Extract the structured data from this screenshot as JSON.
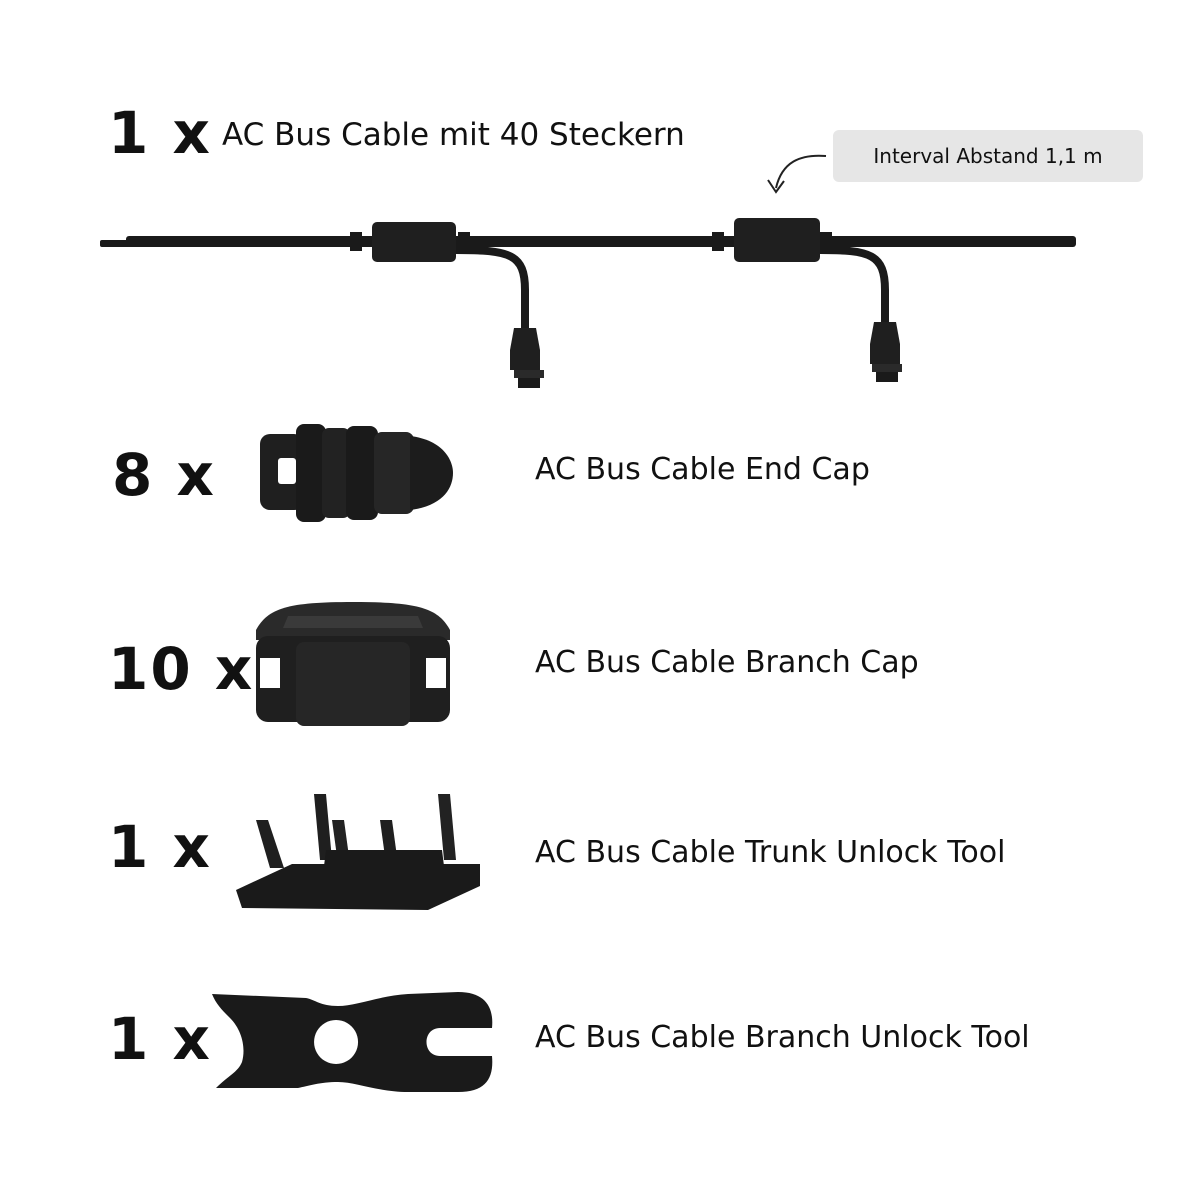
{
  "items": [
    {
      "qty": "1 x",
      "label": "AC Bus Cable mit 40 Steckern",
      "icon": "ac-bus-cable-image"
    },
    {
      "qty": "8 x",
      "label": "AC Bus Cable End Cap",
      "icon": "end-cap-image"
    },
    {
      "qty": "10 x",
      "label": "AC Bus Cable Branch Cap",
      "icon": "branch-cap-image"
    },
    {
      "qty": "1 x",
      "label": "AC Bus Cable Trunk Unlock Tool",
      "icon": "trunk-unlock-tool-image"
    },
    {
      "qty": "1 x",
      "label": "AC Bus Cable Branch Unlock Tool",
      "icon": "branch-unlock-tool-image"
    }
  ],
  "note": {
    "text": "Interval Abstand 1,1 m"
  },
  "colors": {
    "background": "#ffffff",
    "product": "#1a1a1a",
    "note_bg": "#e6e6e6",
    "text": "#111111"
  }
}
